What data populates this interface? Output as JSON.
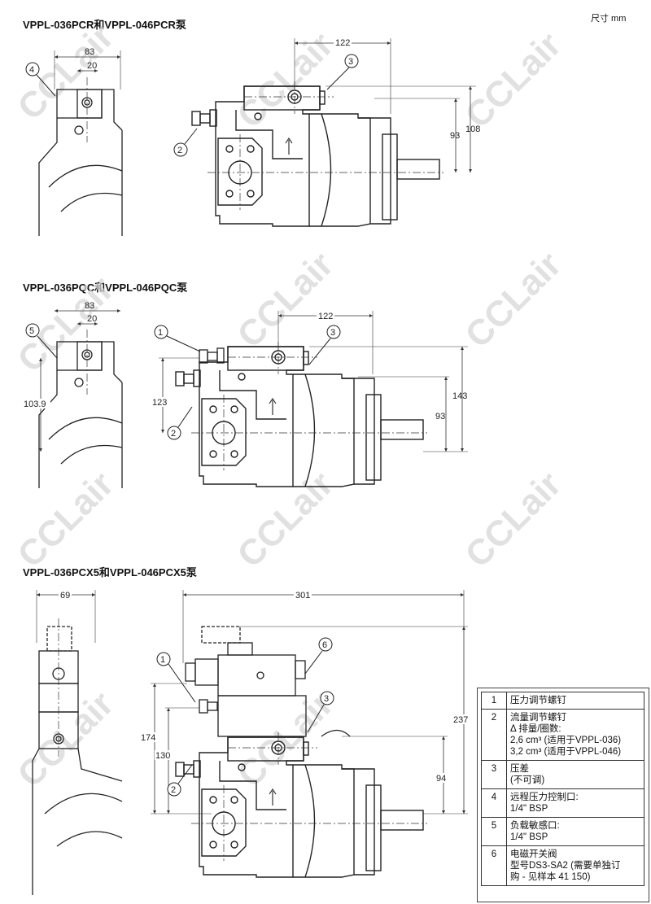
{
  "units": "尺寸 mm",
  "watermark": "CCLair",
  "sections": [
    {
      "title": "VPPL-036PCR和VPPL-046PCR泵",
      "dims": {
        "side_width": "83",
        "side_offset": "20",
        "top_width": "122",
        "height_a": "93",
        "height_b": "108"
      },
      "balloons": {
        "side": "4",
        "top": "3",
        "left": "2"
      }
    },
    {
      "title": "VPPL-036PQC和VPPL-046PQC泵",
      "dims": {
        "side_width": "83",
        "side_offset": "20",
        "side_height": "103.9",
        "top_width": "122",
        "left_height": "123",
        "height_a": "93",
        "height_b": "143"
      },
      "balloons": {
        "side": "5",
        "top_left": "1",
        "top": "3",
        "left": "2"
      }
    },
    {
      "title": "VPPL-036PCX5和VPPL-046PCX5泵",
      "dims": {
        "side_width": "69",
        "top_width": "301",
        "left_outer": "174",
        "left_inner": "130",
        "right_outer": "237",
        "right_inner": "94"
      },
      "balloons": {
        "valve": "6",
        "top_left": "1",
        "top": "3",
        "left": "2"
      }
    }
  ],
  "legend": [
    {
      "num": "1",
      "text": [
        "压力调节螺钉"
      ]
    },
    {
      "num": "2",
      "text": [
        "流量调节螺钉",
        "Δ 排量/圈数:",
        "2,6 cm³ (适用于VPPL-036)",
        "3,2 cm³ (适用于VPPL-046)"
      ]
    },
    {
      "num": "3",
      "text": [
        "压差",
        "(不可调)"
      ]
    },
    {
      "num": "4",
      "text": [
        "远程压力控制口:",
        "1/4\" BSP"
      ]
    },
    {
      "num": "5",
      "text": [
        "负载敏感口:",
        "1/4\" BSP"
      ]
    },
    {
      "num": "6",
      "text": [
        "电磁开关阀",
        "型号DS3-SA2 (需要单独订",
        "购 - 见样本 41 150)"
      ]
    }
  ]
}
